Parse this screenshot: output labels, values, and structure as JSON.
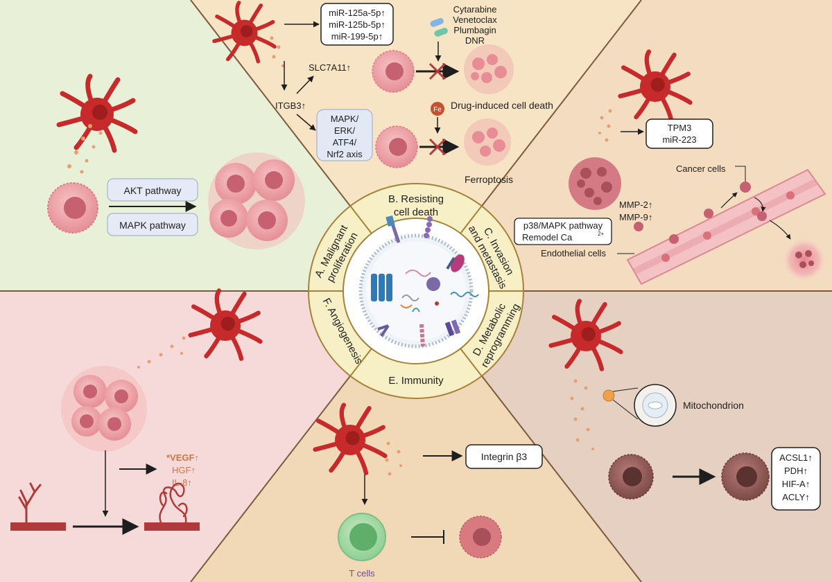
{
  "center": {
    "sectors": {
      "a": [
        "A. Malignant",
        "proliferation"
      ],
      "b": [
        "B. Resisting",
        "cell death"
      ],
      "c": [
        "C. Invasion",
        "and metastasis"
      ],
      "d": [
        "D. Metabolic",
        "reprogramming"
      ],
      "e": [
        "E. Immunity"
      ],
      "f": [
        "F. Angiogenesis"
      ]
    }
  },
  "panelA": {
    "pathway1": "AKT pathway",
    "pathway2": "MAPK  pathway"
  },
  "panelB": {
    "mirnas": [
      "miR-125a-5p↑",
      "miR-125b-5p↑",
      "miR-199-5p↑"
    ],
    "drugs": [
      "Cytarabine",
      "Venetoclax",
      "Plumbagin",
      "DNR"
    ],
    "slc": "SLC7A11↑",
    "itgb": "ITGB3↑",
    "axis": [
      "MAPK/",
      "ERK/",
      "ATF4/",
      "Nrf2 axis"
    ],
    "fe": "Fe",
    "drug_death": "Drug-induced cell death",
    "ferroptosis": "Ferroptosis"
  },
  "panelC": {
    "markers": [
      "TPM3",
      "miR-223"
    ],
    "cancer_cells": "Cancer cells",
    "mmp": [
      "MMP-2↑",
      "MMP-9↑"
    ],
    "pathway": [
      "p38/MAPK pathway",
      "Remodel  Ca"
    ],
    "ca_sup": "2+",
    "endothelial": "Endothelial cells"
  },
  "panelD": {
    "mitochondrion": "Mitochondrion",
    "genes": [
      "ACSL1↑",
      "PDH↑",
      "HIF-A↑",
      "ACLY↑"
    ]
  },
  "panelE": {
    "integrin": "Integrin β3",
    "tcells": "T cells"
  },
  "panelF": {
    "factors": [
      "*VEGF↑",
      "HGF↑",
      "IL-8↑"
    ]
  },
  "colors": {
    "panelA": "#e8f0d8",
    "panelB": "#f6e4c4",
    "panelC": "#f4dcc0",
    "panelD": "#e6d0c2",
    "panelE": "#f1d9b8",
    "panelF": "#f6dada",
    "ring": "#f7efc6",
    "ring_edge": "#a4823a",
    "macrophage": "#c62a2a",
    "tumor_cell": "#f0a4a8",
    "factor_text": "#c8784a"
  }
}
